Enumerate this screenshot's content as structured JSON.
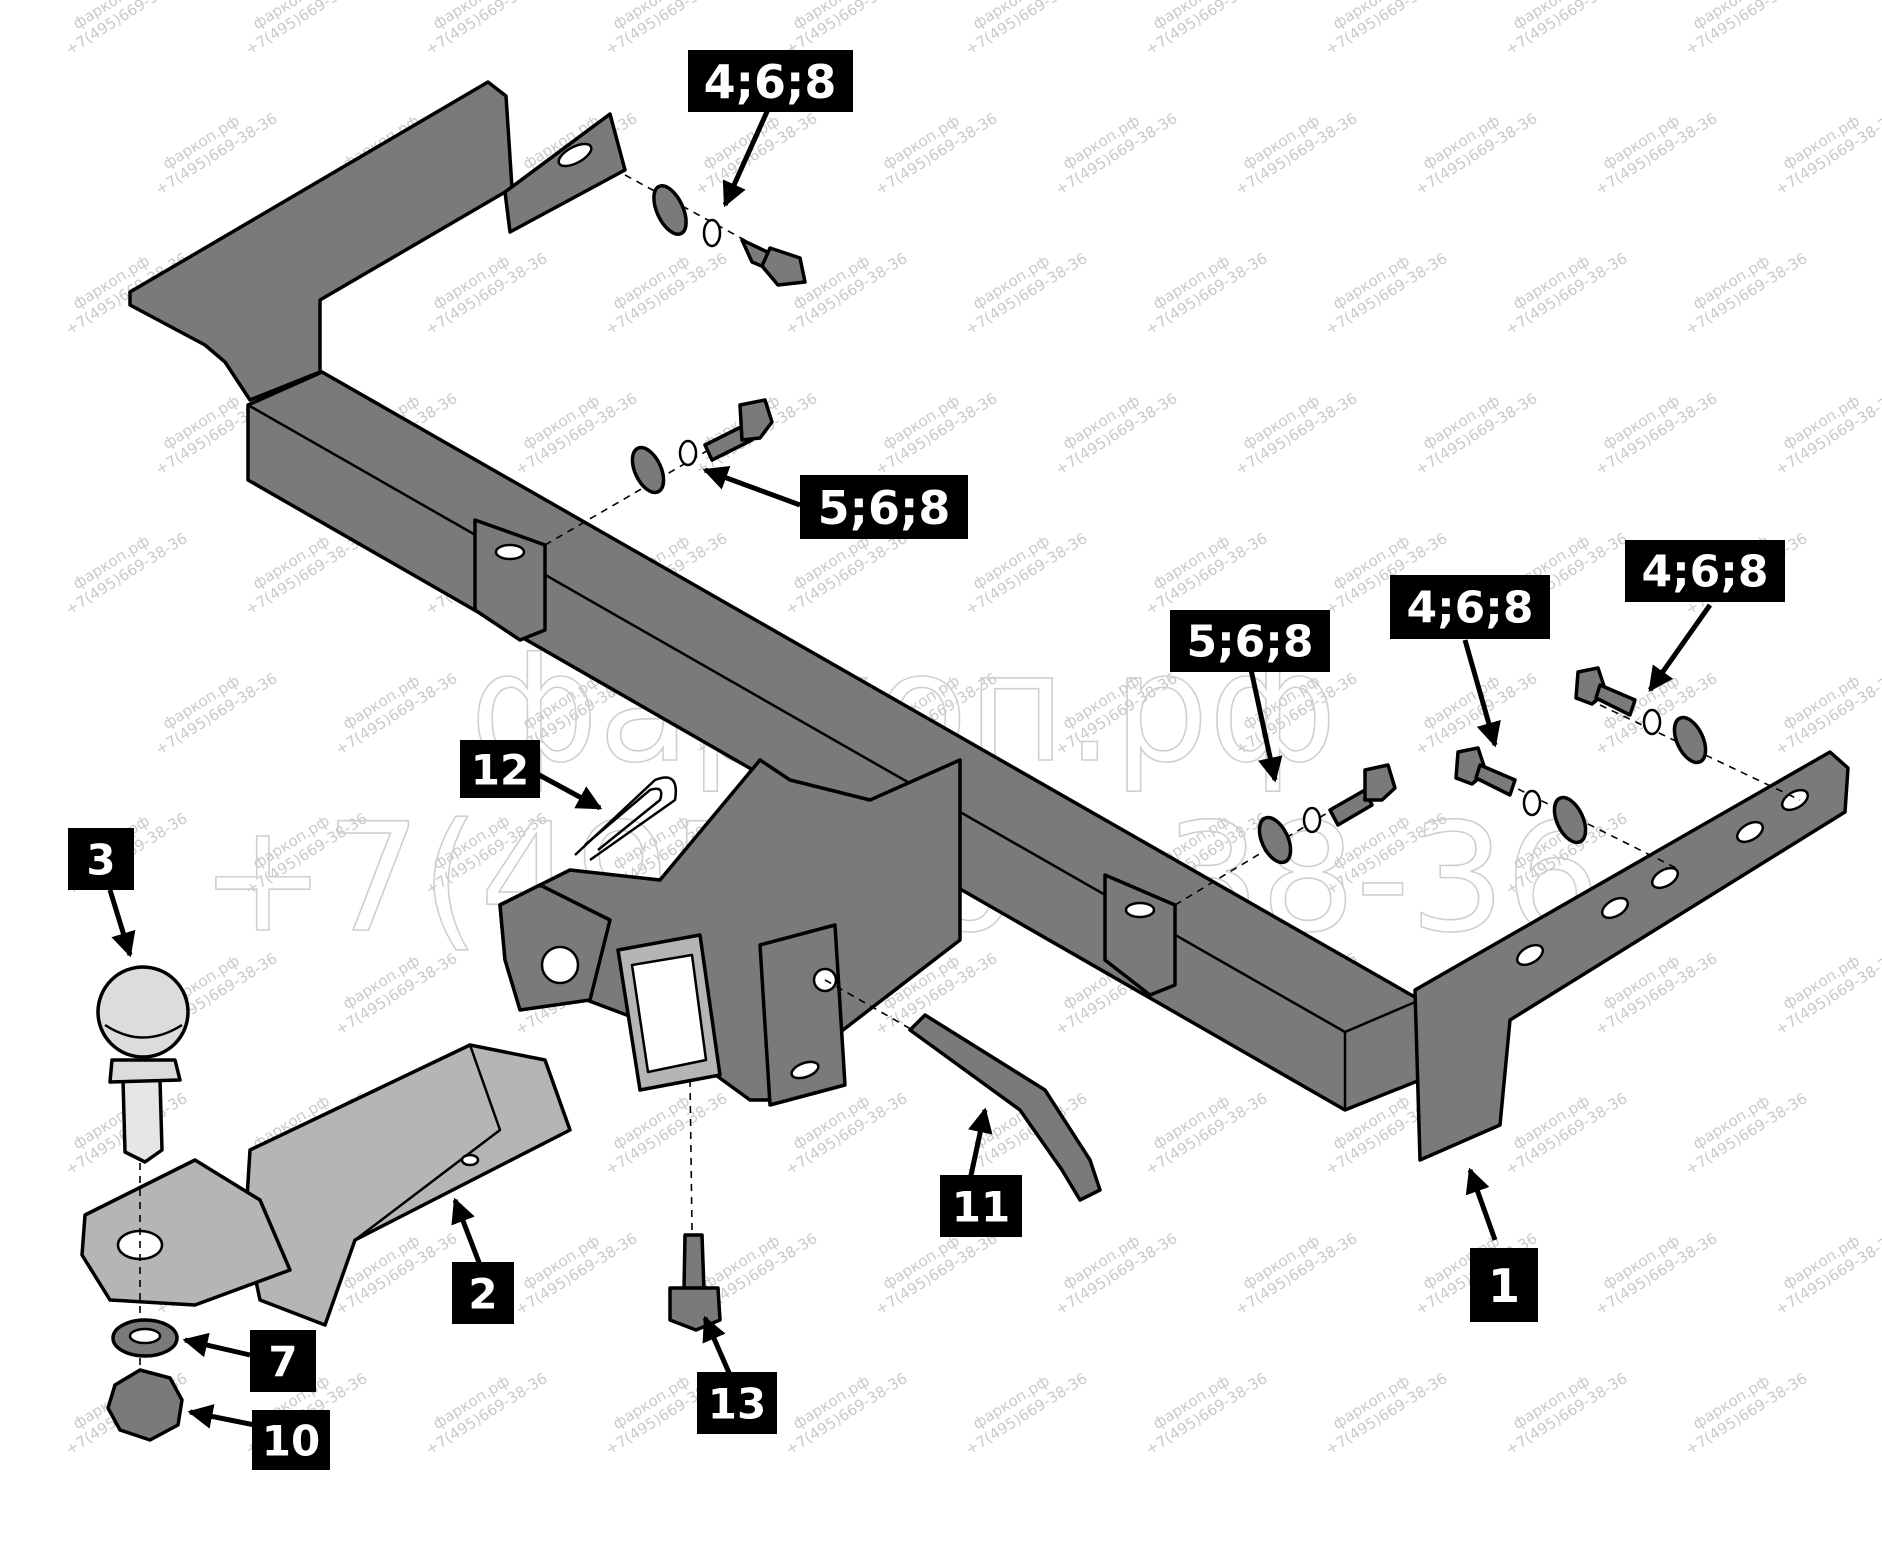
{
  "watermark": {
    "site": "фаркоп.рф",
    "phone": "+7(495)669-38-36"
  },
  "labels": {
    "l1": "1",
    "l2": "2",
    "l3": "3",
    "l7": "7",
    "l10": "10",
    "l11": "11",
    "l12": "12",
    "l13": "13",
    "top_bolt": "4;6;8",
    "left_bolt": "5;6;8",
    "right_bolt_a": "5;6;8",
    "right_bolt_b": "4;6;8",
    "right_bolt_c": "4;6;8"
  },
  "colors": {
    "steel": "#7a7a7a",
    "steel_light": "#b5b5b5",
    "chrome": "#dcdcdc",
    "label_bg": "#000000",
    "label_fg": "#ffffff"
  }
}
